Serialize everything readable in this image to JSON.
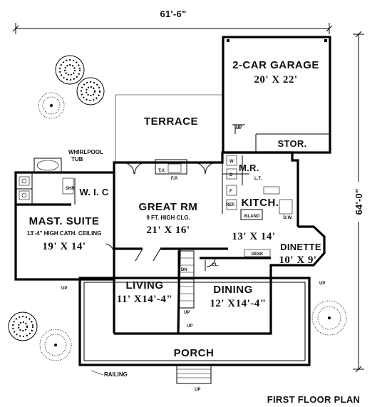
{
  "plan": {
    "title": "FIRST FLOOR PLAN",
    "overall_width": "61'-6\"",
    "overall_depth": "64'-0\""
  },
  "rooms": {
    "garage": {
      "name": "2-CAR GARAGE",
      "size": "20' X 22'"
    },
    "storage": {
      "name": "STOR."
    },
    "terrace": {
      "name": "TERRACE"
    },
    "whirlpool": {
      "name": "WHIRLPOOL",
      "name2": "TUB"
    },
    "shower": {
      "name": "SHR"
    },
    "wic": {
      "name": "W. I. C"
    },
    "master": {
      "name": "MAST. SUITE",
      "note": "13'-4\" HIGH CATH. CEILING",
      "size": "19' X 14'"
    },
    "great": {
      "name": "GREAT RM",
      "note": "9 FT. HIGH CLG.",
      "size": "21' X 16'"
    },
    "fireplace": {
      "tv": "T.V.",
      "fp": "F.P."
    },
    "mudroom": {
      "name": "M.R.",
      "w": "W",
      "d": "D",
      "f": "F",
      "ref": "REF.",
      "lt": "L.T."
    },
    "kitchen": {
      "name": "KITCH.",
      "island": "ISLAND",
      "size": "13' X 14'",
      "dw": "D.W."
    },
    "dinette": {
      "name": "DINETTE",
      "size": "10' X 9'"
    },
    "desk": {
      "name": "DESK"
    },
    "closet": {
      "name": "CL."
    },
    "stair": {
      "dn": "DN",
      "up": "UP"
    },
    "living": {
      "name": "LIVING",
      "size": "11' X14'-4\""
    },
    "dining": {
      "name": "DINING",
      "size": "12' X14'-4\""
    },
    "porch": {
      "name": "PORCH",
      "railing": "RAILING"
    },
    "up_labels": [
      "UP",
      "UP",
      "UP",
      "UP",
      "UP"
    ]
  },
  "colors": {
    "ink": "#000000",
    "paper": "#ffffff"
  }
}
